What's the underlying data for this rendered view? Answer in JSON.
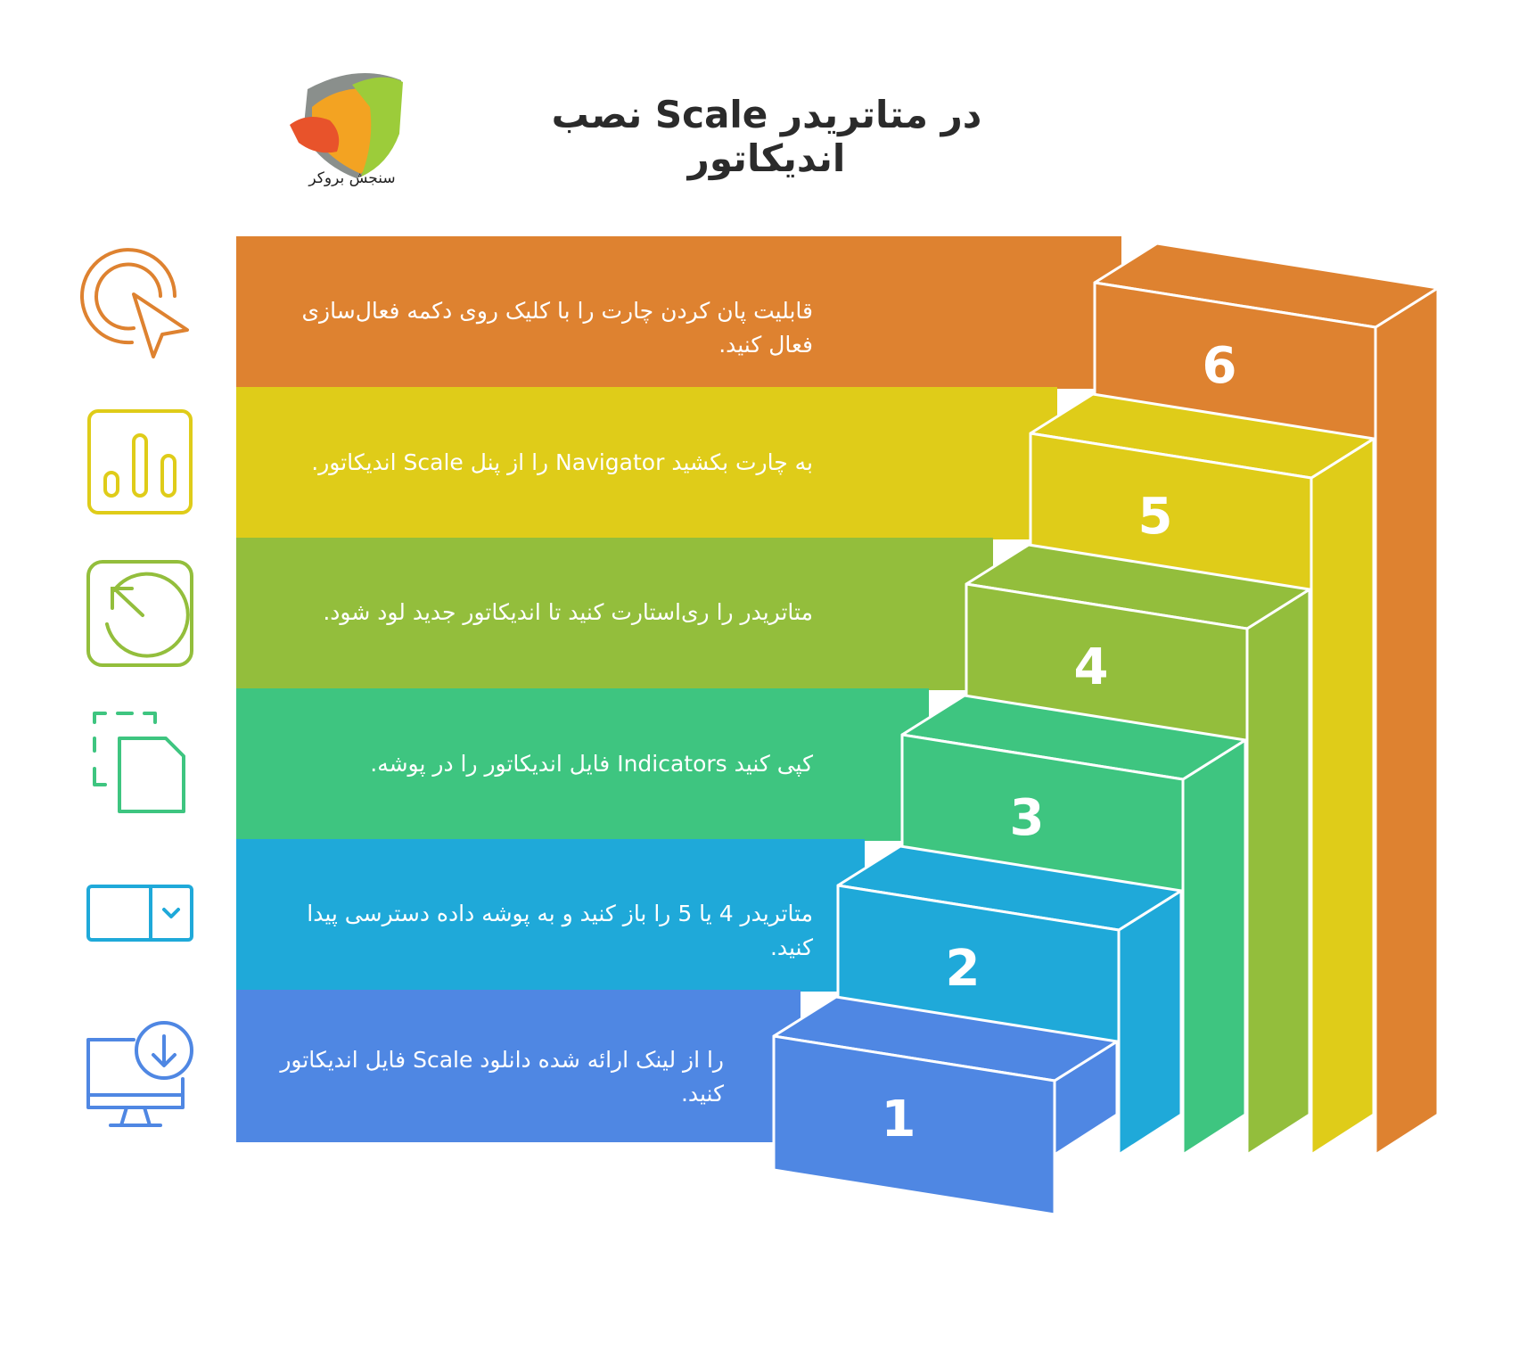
{
  "title": "در متاتریدر Scale نصب اندیکاتور",
  "logo": {
    "text": "سنجش بروکر"
  },
  "colors": {
    "step1": "#4f87e3",
    "step2": "#1fa9d9",
    "step3": "#3ec580",
    "step4": "#93be3c",
    "step5": "#dfcc19",
    "step6": "#de8230"
  },
  "steps": [
    {
      "number": "1",
      "label": "را از لینک ارائه شده دانلود Scale فایل اندیکاتور کنید.",
      "icon": "monitor-download-icon"
    },
    {
      "number": "2",
      "label": "متاتریدر 4 یا 5 را باز کنید و به پوشه داده دسترسی پیدا کنید.",
      "icon": "dropdown-select-icon"
    },
    {
      "number": "3",
      "label": "کپی کنید Indicators فایل اندیکاتور را در پوشه.",
      "icon": "copy-file-icon"
    },
    {
      "number": "4",
      "label": "متاتریدر را ری‌استارت کنید تا اندیکاتور جدید لود شود.",
      "icon": "restart-clock-icon"
    },
    {
      "number": "5",
      "label": "به چارت بکشید Navigator را از پنل Scale اندیکاتور.",
      "icon": "bar-chart-icon"
    },
    {
      "number": "6",
      "label": "قابلیت پان کردن چارت را با کلیک روی دکمه فعال‌سازی فعال کنید.",
      "icon": "click-cursor-icon"
    }
  ]
}
